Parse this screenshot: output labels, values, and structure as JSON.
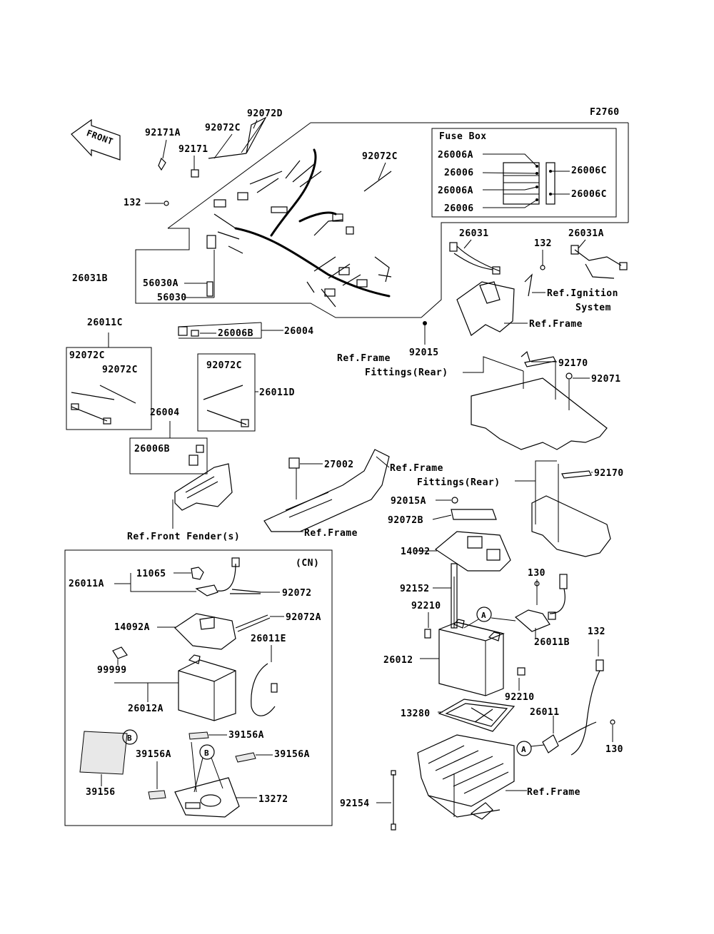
{
  "figure_id": "F2760",
  "front_label": "FRONT",
  "fuse_box": {
    "title": "Fuse Box",
    "left_labels": [
      "26006A",
      "26006",
      "26006A",
      "26006"
    ],
    "right_labels": [
      "26006C",
      "26006C"
    ]
  },
  "cn_label": "(CN)",
  "callouts": {
    "A": "A",
    "B": "B"
  },
  "parts": {
    "p92072D": "92072D",
    "p92171A": "92171A",
    "p92072C_top": "92072C",
    "p92171": "92171",
    "p92072C_right": "92072C",
    "p132_top": "132",
    "p26031": "26031",
    "p132_mid": "132",
    "p26031A": "26031A",
    "ref_ignition_1": "Ref.Ignition",
    "ref_ignition_2": "System",
    "ref_frame_1": "Ref.Frame",
    "p26031B": "26031B",
    "p56030A": "56030A",
    "p56030": "56030",
    "p26006B_top": "26006B",
    "p26004_top": "26004",
    "p92015": "92015",
    "ref_frame_fittings_1a": "Ref.Frame",
    "ref_frame_fittings_1b": "Fittings(Rear)",
    "p92170_a": "92170",
    "p92071": "92071",
    "p26011C": "26011C",
    "p92072C_b1": "92072C",
    "p92072C_b2": "92072C",
    "p92072C_b3": "92072C",
    "p26011D": "26011D",
    "p26004_mid": "26004",
    "p26006B_mid": "26006B",
    "p27002": "27002",
    "ref_frame_fittings_2a": "Ref.Frame",
    "ref_frame_fittings_2b": "Fittings(Rear)",
    "p92170_b": "92170",
    "ref_frame_2": "Ref.Frame",
    "p92015A": "92015A",
    "p92072B": "92072B",
    "ref_front_fender": "Ref.Front Fender(s)",
    "p14092": "14092",
    "p130_a": "130",
    "p11065": "11065",
    "p26011A": "26011A",
    "p92072": "92072",
    "p92152": "92152",
    "p92210_a": "92210",
    "p14092A": "14092A",
    "p92072A": "92072A",
    "p26011B": "26011B",
    "p26011E": "26011E",
    "p132_b": "132",
    "p26012": "26012",
    "p99999": "99999",
    "p92210_b": "92210",
    "p26012A": "26012A",
    "p13280": "13280",
    "p26011": "26011",
    "p39156A_1": "39156A",
    "p39156A_2": "39156A",
    "p39156A_3": "39156A",
    "p130_b": "130",
    "p39156": "39156",
    "p13272": "13272",
    "ref_frame_3": "Ref.Frame",
    "p92154": "92154"
  }
}
